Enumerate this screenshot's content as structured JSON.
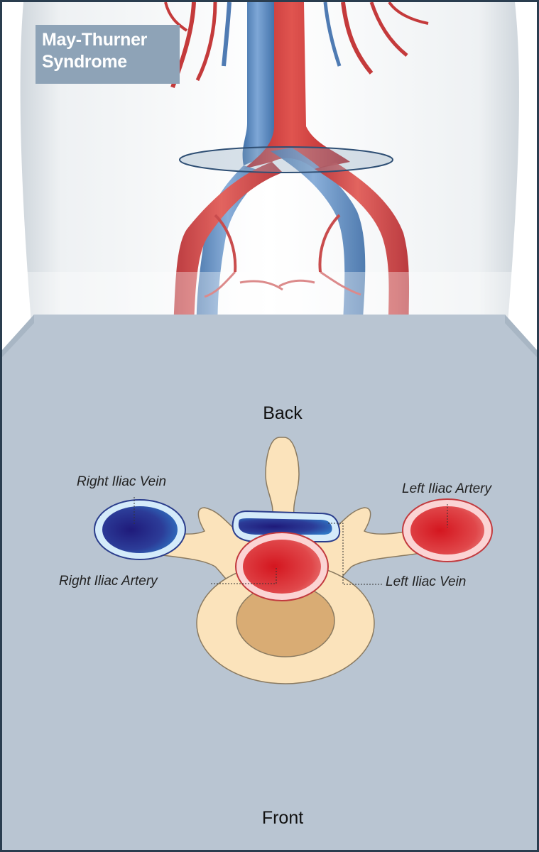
{
  "title": {
    "line1": "May-Thurner",
    "line2": "Syndrome"
  },
  "orientation": {
    "back": "Back",
    "front": "Front"
  },
  "labels": {
    "right_iliac_vein": "Right Iliac Vein",
    "left_iliac_artery": "Left Iliac Artery",
    "right_iliac_artery": "Right Iliac Artery",
    "left_iliac_vein": "Left Iliac Vein"
  },
  "colors": {
    "frame": "#2a3d4f",
    "panel": "#b9c5d2",
    "bone": "#fbe3bb",
    "bone_core": "#d9ac74",
    "artery": "#d8262f",
    "vein": "#2a2f8c",
    "title_bg": "#8ea3b7"
  }
}
